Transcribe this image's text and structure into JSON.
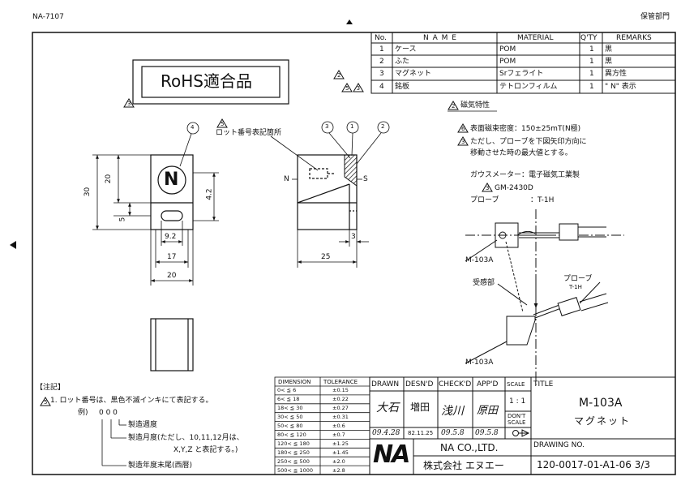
{
  "header": {
    "doc_no": "NA-7107",
    "stamp": "保管部門"
  },
  "rohs_label": "RoHS適合品",
  "rohs_rev": "3",
  "parts_table": {
    "headers": [
      "No.",
      "N A M E",
      "MATERIAL",
      "Q'TY",
      "REMARKS"
    ],
    "rows": [
      {
        "rev": "",
        "no": "1",
        "name": "ケース",
        "material": "POM",
        "qty": "1",
        "remarks": "黒"
      },
      {
        "rev": "",
        "no": "2",
        "name": "ふた",
        "material": "POM",
        "qty": "1",
        "remarks": "黒"
      },
      {
        "rev": "2",
        "no": "3",
        "name": "マグネット",
        "material": "Srフェライト",
        "qty": "1",
        "remarks": "異方性"
      },
      {
        "rev": "5 3",
        "no": "4",
        "name": "銘板",
        "material": "テトロンフィルム",
        "qty": "1",
        "remarks": "\" N\" 表示"
      }
    ]
  },
  "magnetic": {
    "heading_rev": "2",
    "heading": "磁気特性",
    "line1_rev": "6",
    "line1": "表面磁束密度：150±25mT(N極)",
    "line2_rev": "3",
    "line2": "ただし、プローブを下図矢印方向に",
    "line3": "移動させた時の最大値とする。",
    "gauss_label": "ガウスメーター：電子磁気工業製",
    "gauss_model_rev": "3",
    "gauss_model": "GM-2430D",
    "probe_label": "プローブ",
    "probe_value": "：T-1H"
  },
  "front_view": {
    "dims": {
      "d30": "30",
      "d20": "20",
      "d4_2": "4.2",
      "d5": "5",
      "d9_2": "9.2",
      "d17": "17",
      "d20b": "20"
    },
    "n_mark": "N",
    "callout": "4"
  },
  "side_view": {
    "lot_rev": "5",
    "lot_label": "ロット番号表記箇所",
    "callouts": [
      "3",
      "1",
      "2"
    ],
    "pole_n": "N",
    "pole_s": "S",
    "dims": {
      "d25": "25",
      "d3": "3"
    }
  },
  "probe_diagram": {
    "label_top": "M-103A",
    "sensor_label": "受感部",
    "probe_label": "プローブ",
    "probe_model": "T-1H",
    "label_bottom": "M-103A"
  },
  "notes": {
    "title": "【注記】",
    "n1_rev": "5",
    "n1": "1.  ロット番号は、黒色不滅インキにて表記する。",
    "example_label": "例)",
    "example_code": "0 0 0",
    "week": "製造週度",
    "month1": "製造月度(ただし、10,11,12月は、",
    "month2": "X,Y,Z と表記する。)",
    "year": "製造年度末尾(西暦)"
  },
  "tolerance_table": {
    "headers": [
      "DIMENSION",
      "TOLERANCE"
    ],
    "rows": [
      [
        "0<  ≦  6",
        "±0.15"
      ],
      [
        "6<  ≦  18",
        "±0.22"
      ],
      [
        "18<  ≦  30",
        "±0.27"
      ],
      [
        "30<  ≦  50",
        "±0.31"
      ],
      [
        "50<  ≦  80",
        "±0.6"
      ],
      [
        "80<  ≦  120",
        "±0.7"
      ],
      [
        "120<  ≦  180",
        "±1.25"
      ],
      [
        "180<  ≦  250",
        "±1.45"
      ],
      [
        "250<  ≦  500",
        "±2.0"
      ],
      [
        "500<  ≦ 1000",
        "±2.8"
      ]
    ]
  },
  "title_block": {
    "drawn": "DRAWN",
    "desnd": "DESN'D",
    "checkd": "CHECK'D",
    "appd": "APP'D",
    "scale": "SCALE",
    "title_label": "TITLE",
    "drawn_sig": "大石",
    "desnd_sig": "増田",
    "checkd_sig": "浅川",
    "appd_sig": "原田",
    "scale_value": "1 : 1",
    "dont_scale1": "DON'T",
    "dont_scale2": "SCALE",
    "date_drawn": "09.4.28",
    "date_desnd": "82.11.25",
    "date_checkd": "09.5.8",
    "date_appd": "09.5.8",
    "title1": "M-103A",
    "title2": "マグネット",
    "logo": "NA",
    "company_en": "NA CO.,LTD.",
    "company_jp": "株式会社  エヌエー",
    "drawing_no_label": "DRAWING NO.",
    "drawing_no": "120-0017-01-A1-06 3/3"
  }
}
